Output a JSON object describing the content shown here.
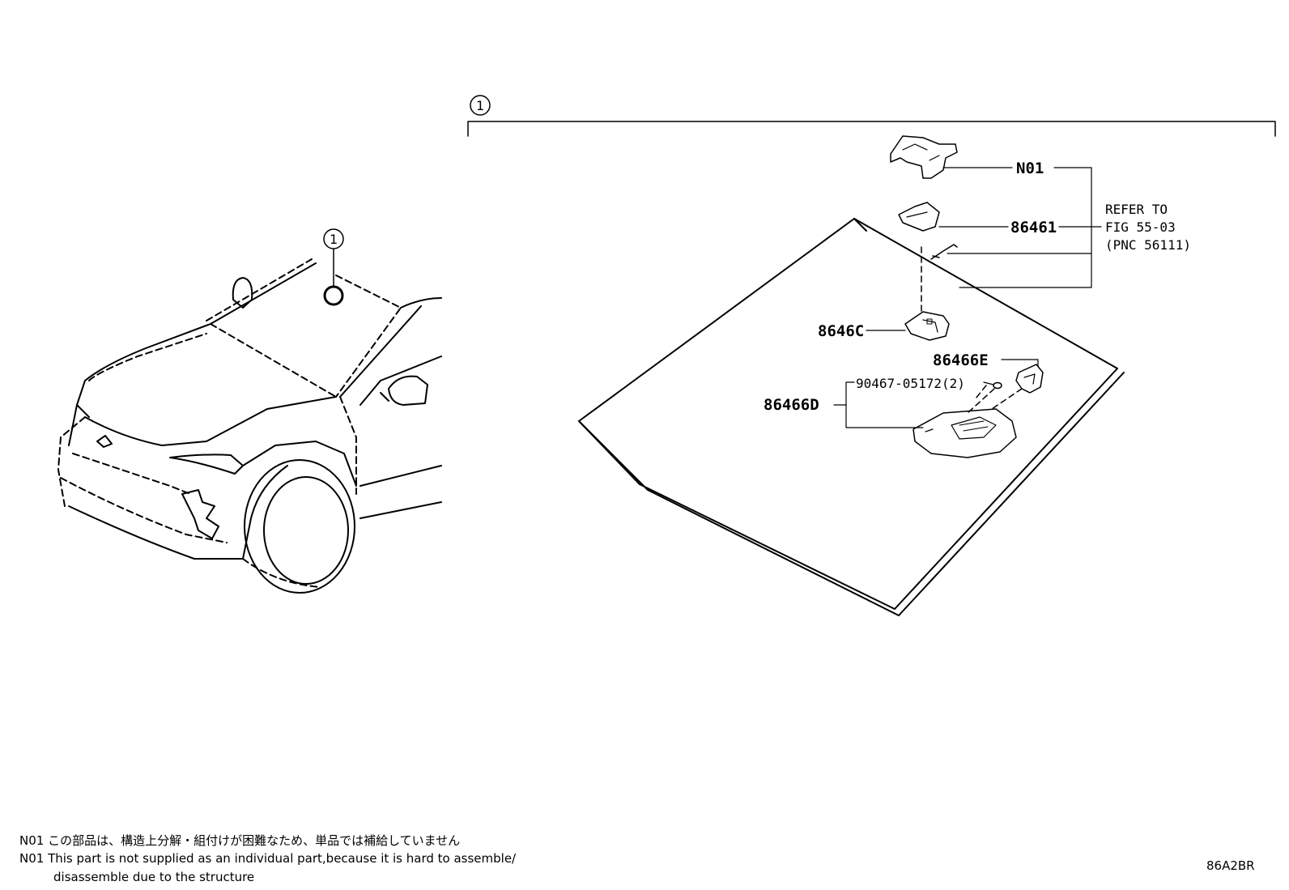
{
  "callout": "1",
  "parts": {
    "n01": "N01",
    "p86461": "86461",
    "p8646c": "8646C",
    "p86466e": "86466E",
    "p86466d": "86466D",
    "p90467": "90467-05172(2)"
  },
  "refer": {
    "line1": "REFER TO",
    "line2": "FIG 55-03",
    "line3": "(PNC 56111)"
  },
  "notes": {
    "jp_code": "N01",
    "jp_text": "この部品は、構造上分解・組付けが困難なため、単品では補給していません",
    "en_code": "N01",
    "en_text_1": "This part is not supplied as an individual part,because it is hard to assemble/",
    "en_text_2": "disassemble due to the structure"
  },
  "diagram_code": "86A2BR",
  "icons": [
    "callout-circle-icon",
    "car-front-icon",
    "windshield-icon",
    "camera-bracket-icon",
    "sensor-icon",
    "harness-icon",
    "camera-unit-icon",
    "cover-icon",
    "clip-icon"
  ]
}
